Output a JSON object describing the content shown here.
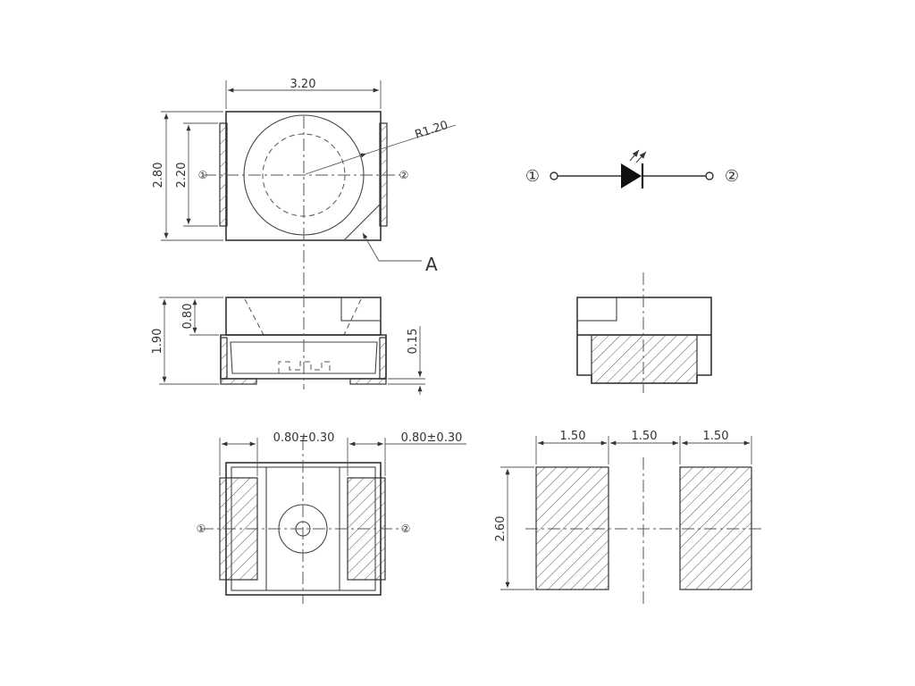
{
  "top_view": {
    "width": "3.20",
    "height": "2.80",
    "inner_height": "2.20",
    "radius": "R1.20",
    "pin1": "①",
    "pin2": "②",
    "callout": "A"
  },
  "symbol": {
    "pin1": "①",
    "pin2": "②"
  },
  "side_view": {
    "total_height": "1.90",
    "top_height": "0.80",
    "lead_thickness": "0.15"
  },
  "bottom_view": {
    "left_pad": "0.80±0.30",
    "right_pad": "0.80±0.30",
    "pin1": "①",
    "pin2": "②"
  },
  "footprint": {
    "pad_width": "1.50",
    "gap": "1.50",
    "pad_width_2": "1.50",
    "pad_height": "2.60"
  }
}
